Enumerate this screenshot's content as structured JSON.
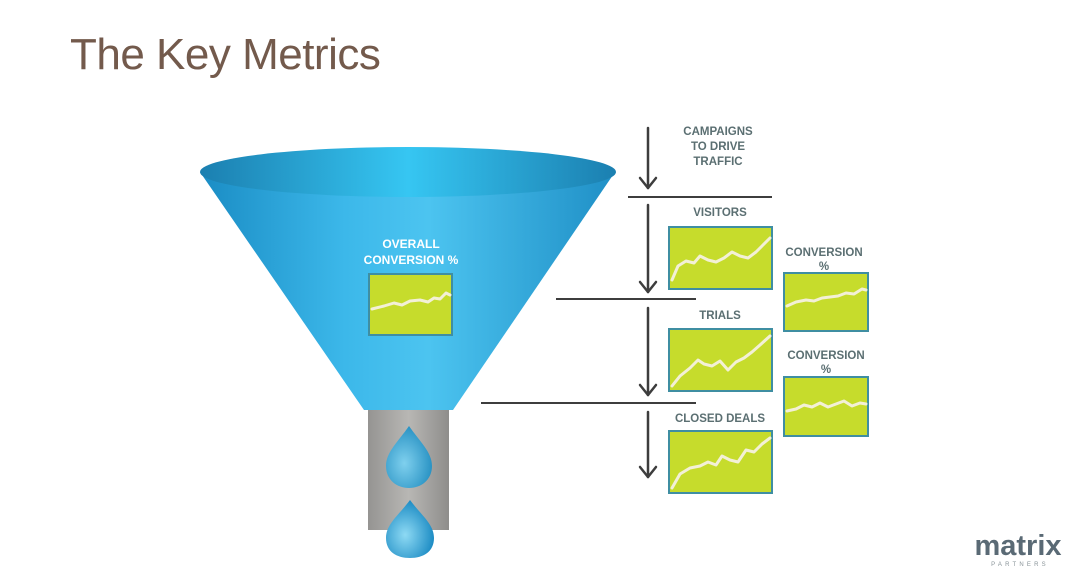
{
  "slide": {
    "title": "The Key Metrics"
  },
  "funnel": {
    "label_line1": "OVERALL",
    "label_line2": "CONVERSION %"
  },
  "stages": {
    "campaigns_line1": "CAMPAIGNS",
    "campaigns_line2": "TO DRIVE",
    "campaigns_line3": "TRAFFIC",
    "visitors": "VISITORS",
    "trials": "TRIALS",
    "closed_deals": "CLOSED DEALS"
  },
  "conversion_labels": [
    {
      "line1": "CONVERSION",
      "line2": "%"
    },
    {
      "line1": "CONVERSION",
      "line2": "%"
    }
  ],
  "logo": {
    "name": "matrix",
    "sub": "PARTNERS"
  },
  "colors": {
    "title": "#735a4c",
    "funnel_blue": "#2aa8dc",
    "chart_fill": "#c6dc2c",
    "chart_border": "#3f8ea2",
    "spout": "#a7a6a4",
    "divider": "#3d3d3d"
  },
  "icons": [
    "down-arrow-icon",
    "water-drop-icon"
  ]
}
